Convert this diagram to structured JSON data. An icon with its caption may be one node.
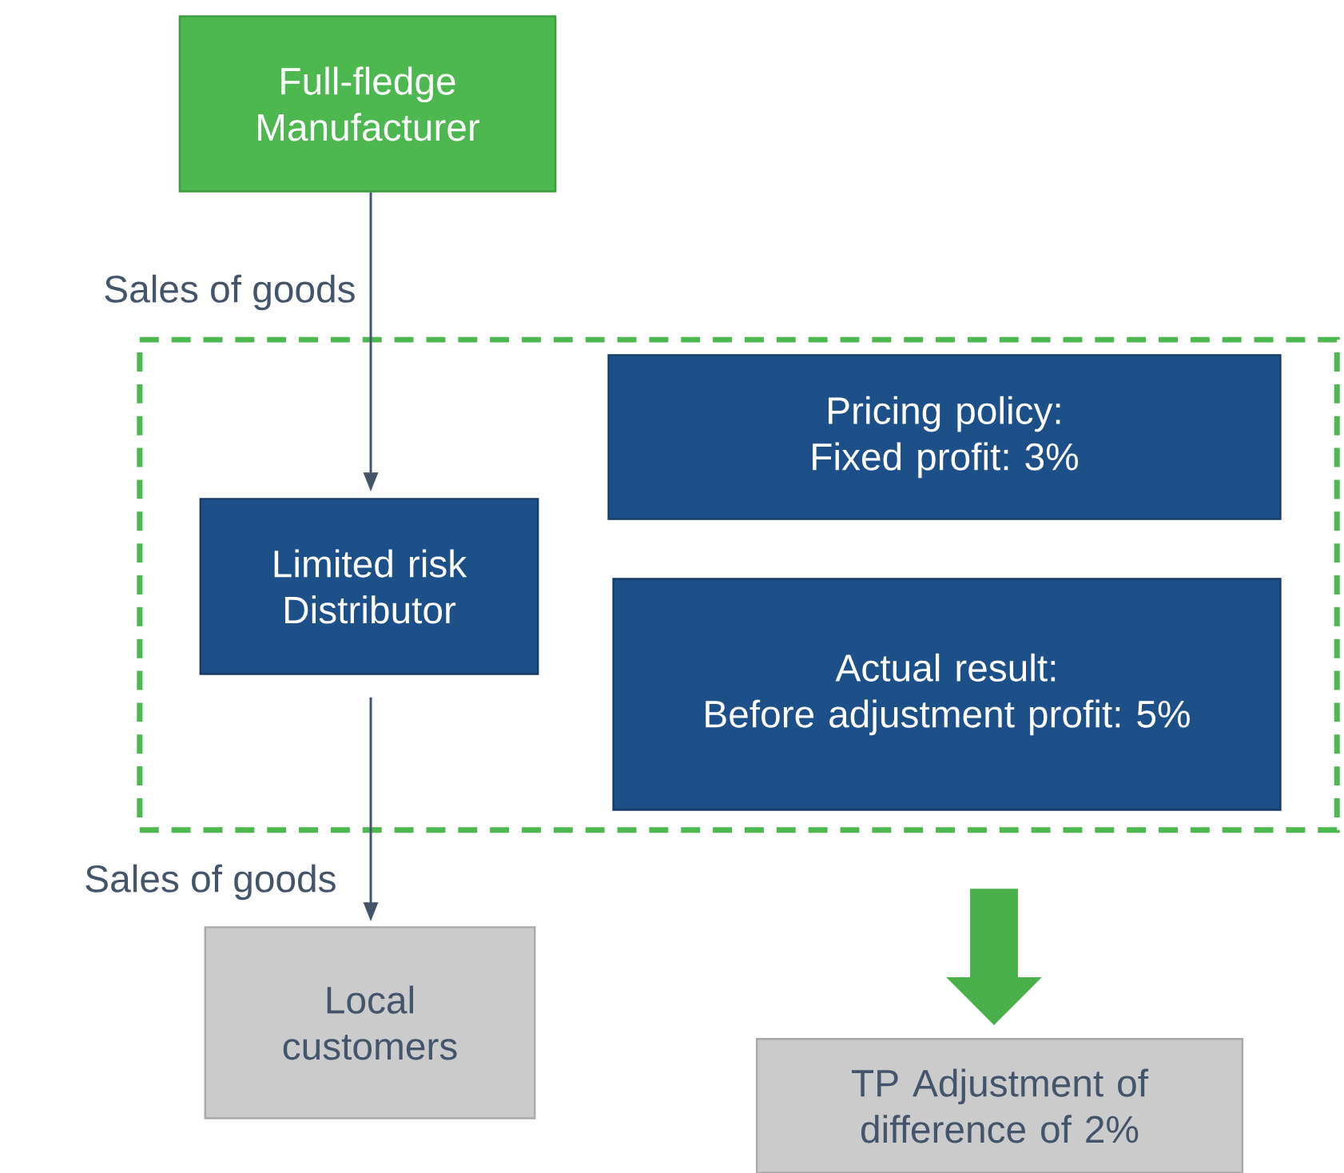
{
  "diagram": {
    "nodes": [
      {
        "text": [
          "Full-fledge Manufacturer"
        ]
      },
      {
        "text": [],
        "shape": "box"
      },
      {
        "text": [
          "Limited risk Distributor"
        ],
        "in": 1
      },
      {
        "text": [
          "Pricing policy:",
          "Fixed profit: 3%"
        ],
        "in": 1
      },
      {
        "text": [
          "Actual result:",
          "Before adjustment profit: 5%"
        ],
        "in": 1
      },
      {
        "text": [
          "Local customers"
        ]
      },
      {
        "text": [
          "TP Adjustment of difference of 2%"
        ]
      }
    ],
    "edges": [
      {
        "from": 0,
        "to": 2,
        "arrow": "to",
        "label": "Sales of goods"
      },
      {
        "from": 2,
        "to": 5,
        "arrow": "to",
        "label": "Sales of goods"
      },
      {
        "from": 1,
        "to": 6,
        "arrow": "to",
        "style": "thick",
        "color": "#47b04b"
      }
    ]
  }
}
